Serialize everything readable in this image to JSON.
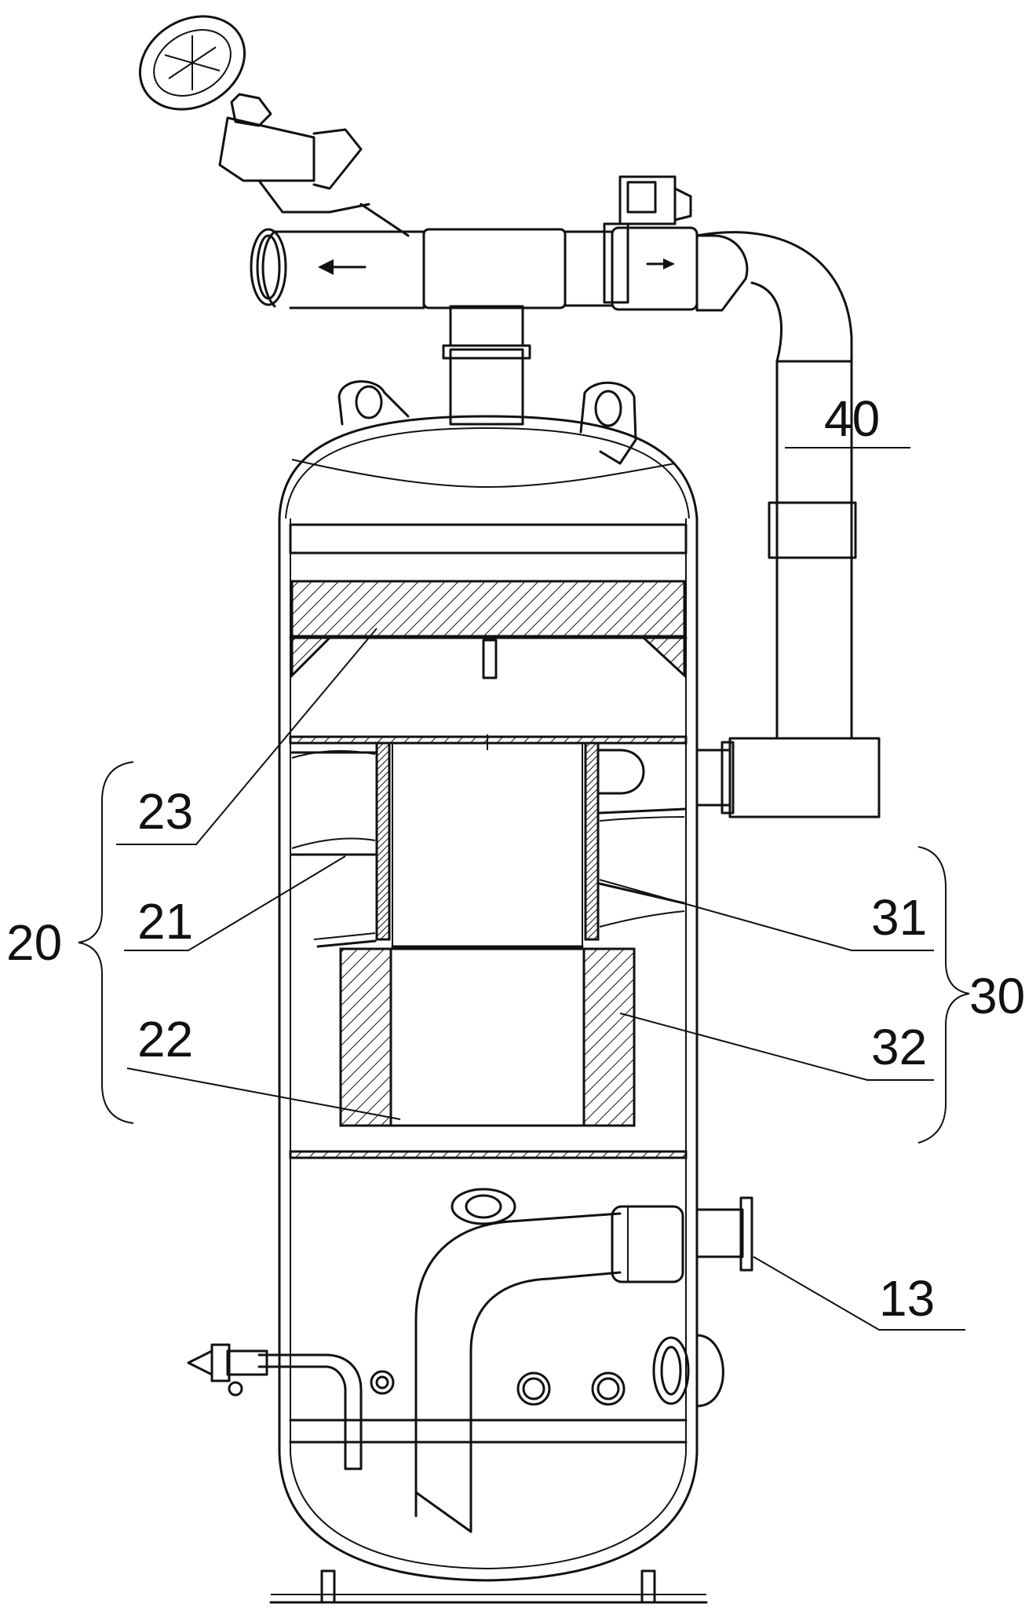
{
  "labels": {
    "l40": "40",
    "l23": "23",
    "l20": "20",
    "l21": "21",
    "l31": "31",
    "l30": "30",
    "l22": "22",
    "l32": "32",
    "l13": "13"
  },
  "icons": {
    "flow_arrow_left": "arrow-left-icon",
    "flow_arrow_right": "arrow-right-icon"
  },
  "colors": {
    "line": "#111111",
    "background": "#ffffff"
  }
}
